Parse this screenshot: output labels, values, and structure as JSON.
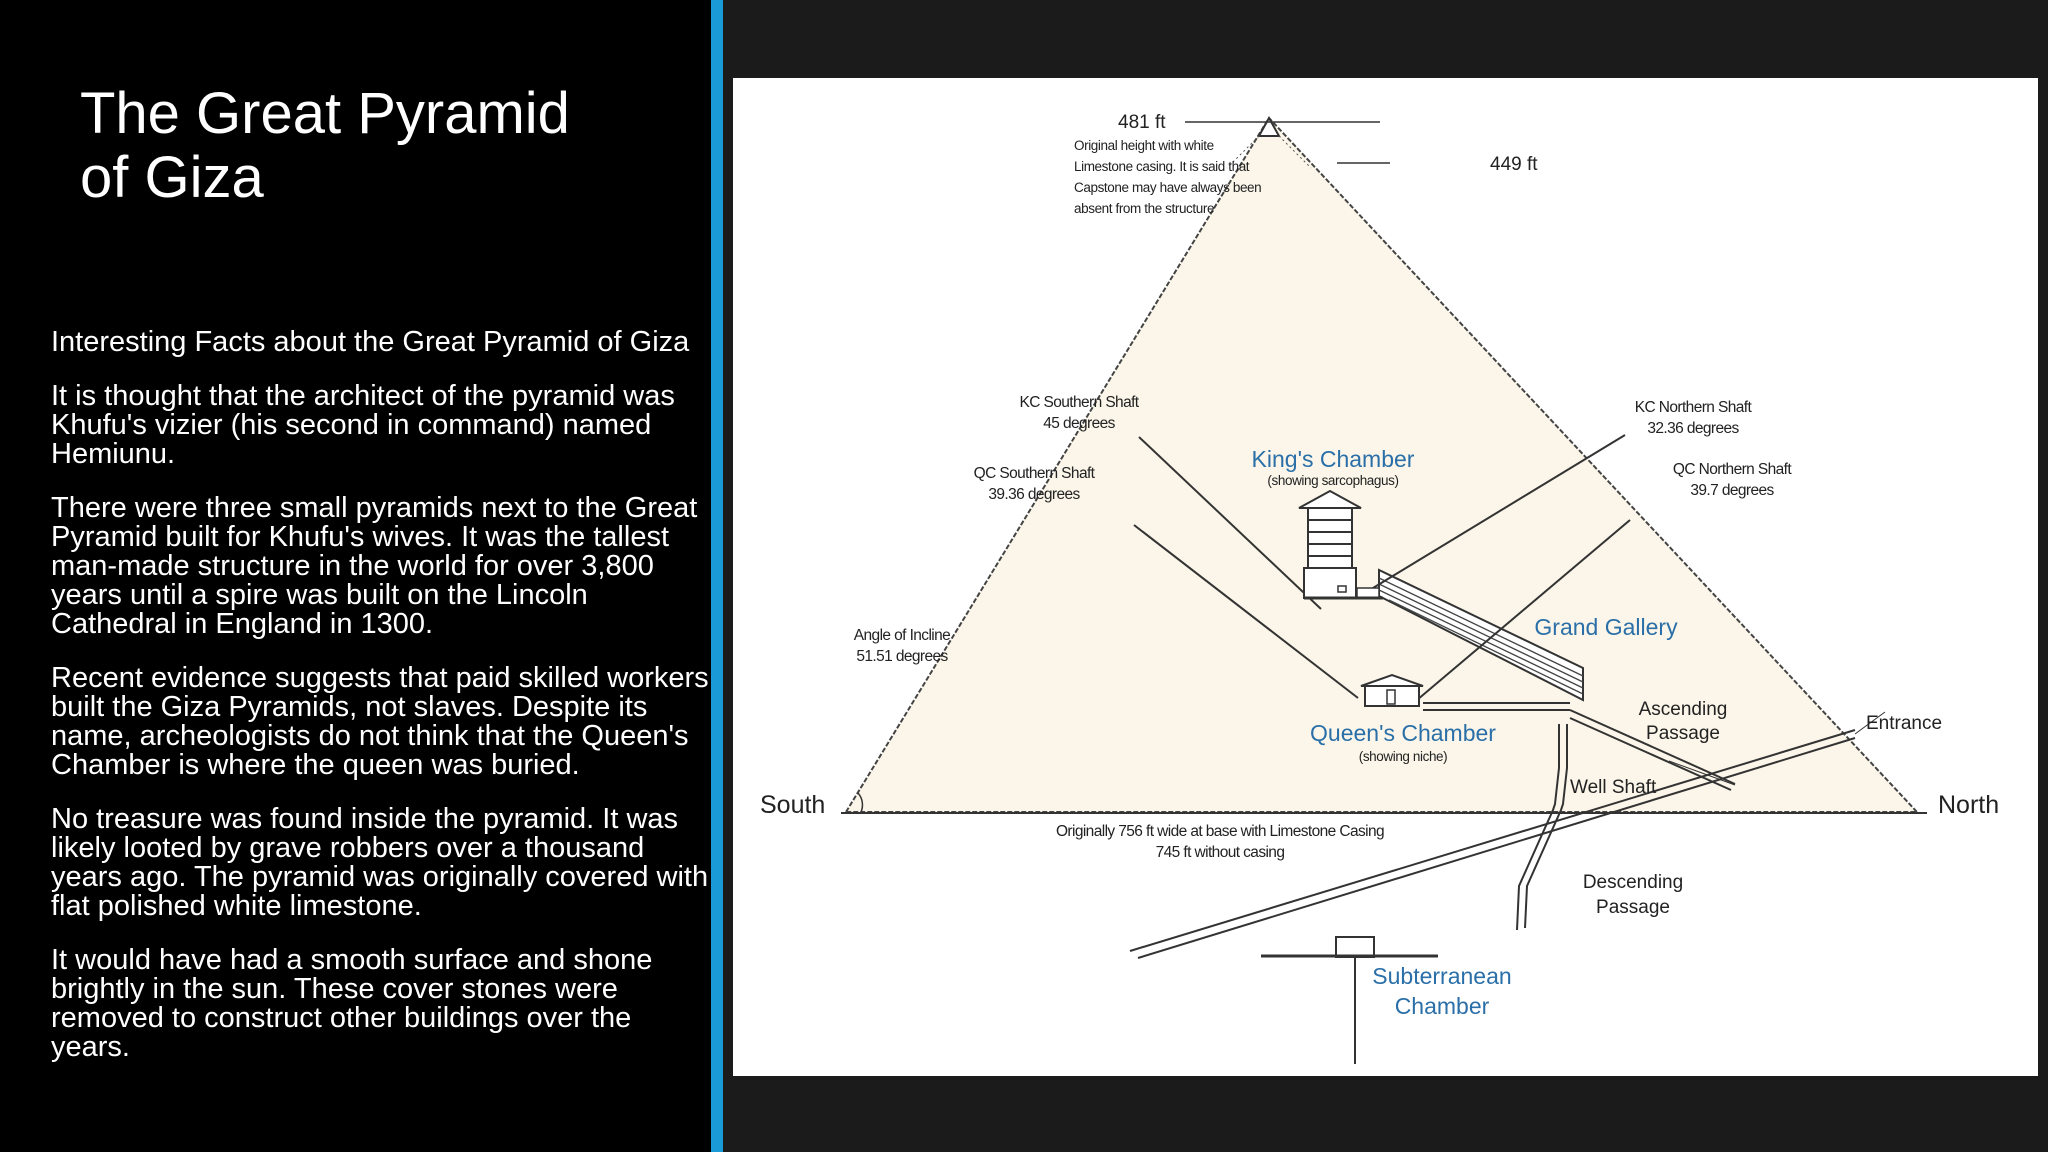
{
  "slide": {
    "title_line1": "The Great Pyramid",
    "title_line2": "of Giza",
    "colors": {
      "background": "#000000",
      "accent": "#1a9ad6",
      "text": "#ffffff",
      "diagram_label_blue": "#2a6fa8",
      "pyramid_fill": "#fbf6e9"
    }
  },
  "facts": {
    "heading": "Interesting Facts about the Great Pyramid of Giza",
    "paragraphs": [
      "It is thought that the architect of the pyramid was Khufu's vizier (his second in command) named Hemiunu.",
      "There were three small pyramids next to the Great Pyramid built for Khufu's wives. It was the tallest man-made structure in the world for over 3,800 years until a spire was built on the Lincoln Cathedral in England in 1300.",
      "Recent evidence suggests that paid skilled workers built the Giza Pyramids, not slaves. Despite its name, archeologists do not think that the Queen's Chamber is where the queen was buried.",
      "No treasure was found inside the pyramid. It was likely looted by grave robbers over a thousand years ago. The pyramid was originally covered with flat polished white limestone.",
      " It would have had a smooth surface and shone brightly in the sun. These cover stones were removed to construct other buildings over the years."
    ]
  },
  "diagram": {
    "height_original": "481 ft",
    "height_note": [
      "Original height with white",
      "Limestone casing. It is said that",
      "Capstone may have always been",
      "absent from the structure"
    ],
    "height_current": "449 ft",
    "kc_southern_shaft": [
      "KC Southern Shaft",
      "45 degrees"
    ],
    "qc_southern_shaft": [
      "QC Southern Shaft",
      "39.36 degrees"
    ],
    "angle_of_incline": [
      "Angle of Incline",
      "51.51 degrees"
    ],
    "kc_northern_shaft": [
      "KC Northern Shaft",
      "32.36 degrees"
    ],
    "qc_northern_shaft": [
      "QC Northern Shaft",
      "39.7 degrees"
    ],
    "kings_chamber": "King's Chamber",
    "kings_chamber_note": "(showing sarcophagus)",
    "grand_gallery": "Grand Gallery",
    "queens_chamber": "Queen's Chamber",
    "queens_chamber_note": "(showing niche)",
    "ascending_passage": [
      "Ascending",
      "Passage"
    ],
    "entrance": "Entrance",
    "well_shaft": "Well Shaft",
    "south": "South",
    "north": "North",
    "base_note": [
      "Originally 756 ft wide at base with Limestone Casing",
      "745 ft without casing"
    ],
    "descending_passage": [
      "Descending",
      "Passage"
    ],
    "subterranean_chamber": [
      "Subterranean",
      "Chamber"
    ]
  }
}
